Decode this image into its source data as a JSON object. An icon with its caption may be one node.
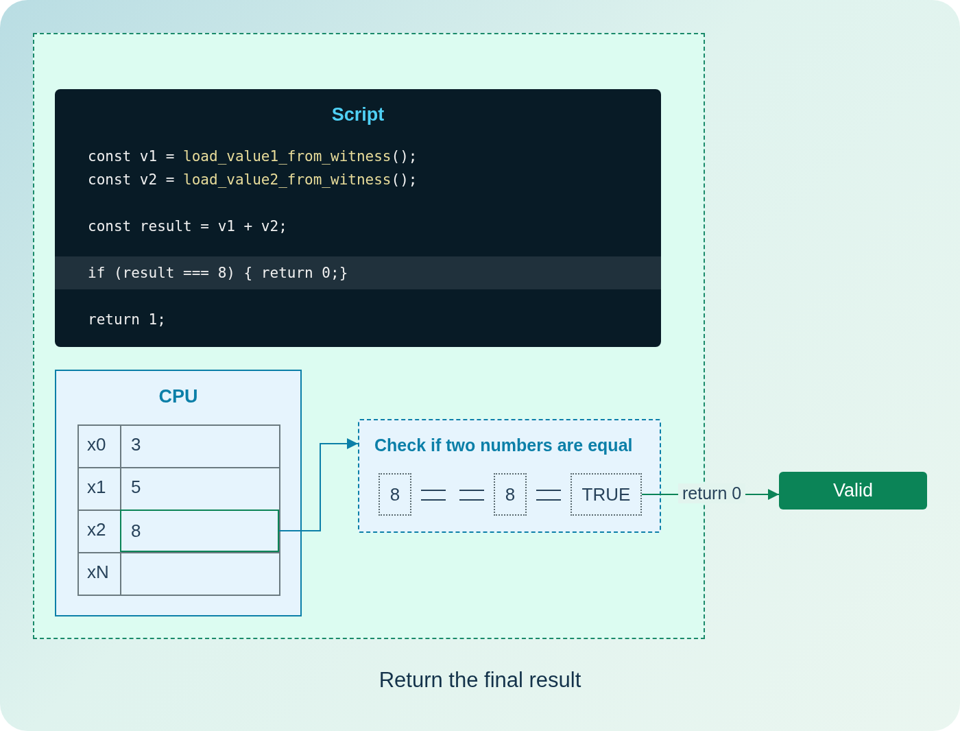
{
  "diagram": {
    "caption": "Return the final result",
    "nodes": [
      {
        "text": [],
        "shape": "box"
      },
      {
        "text": [
          "Script",
          "const v1 = load_value1_from_witness();",
          "const v2 = load_value2_from_witness();",
          "const result = v1 + v2;",
          "if (result === 8) { return 0;}",
          "return 1;"
        ],
        "in": 0
      },
      {
        "text": [
          "CPU"
        ],
        "in": 0
      },
      {
        "text": [
          "8"
        ],
        "in": 2
      },
      {
        "text": [
          "Check if two numbers are equal"
        ],
        "in": 0
      },
      {
        "text": [
          "8"
        ],
        "in": 4
      },
      {
        "text": [
          "8"
        ],
        "in": 4
      },
      {
        "text": [
          "TRUE"
        ],
        "in": 4
      },
      {
        "text": [
          "Valid"
        ]
      }
    ],
    "edges": [
      {
        "from": 3,
        "to": 4,
        "arrow": "to",
        "color": "#0b7fa8"
      },
      {
        "from": 7,
        "to": 8,
        "arrow": "to",
        "label": "return 0",
        "color": "#0b8457"
      }
    ],
    "labels": [
      "x0",
      "3",
      "x1",
      "5",
      "x2",
      "xN"
    ]
  }
}
